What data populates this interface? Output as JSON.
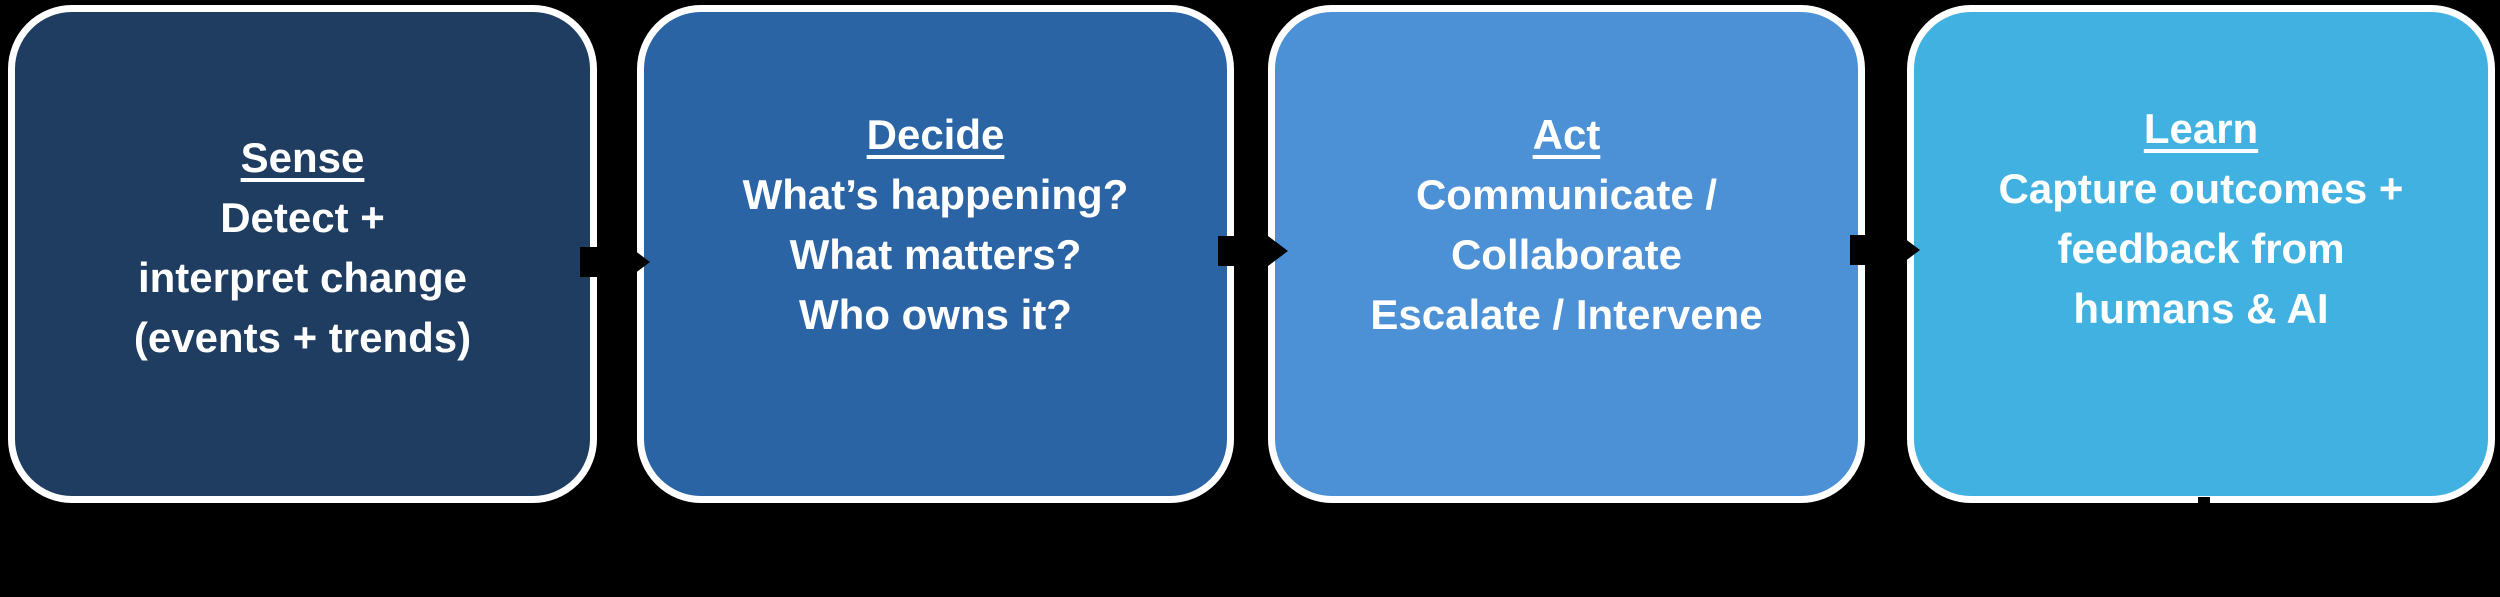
{
  "diagram": {
    "background_color": "#000000",
    "text_color": "#FFFFFF",
    "box_border_color": "#FFFFFF",
    "connector_color": "#000000",
    "stages": [
      {
        "title": "Sense",
        "lines": [
          "Detect +",
          "interpret change",
          "(events + trends)"
        ],
        "fill_color": "#1E3D61"
      },
      {
        "title": "Decide",
        "lines": [
          "What’s happening?",
          "What matters?",
          "Who owns it?"
        ],
        "fill_color": "#2B64A5"
      },
      {
        "title": "Act",
        "lines": [
          "Communicate /",
          "Collaborate",
          "Escalate / Intervene"
        ],
        "fill_color": "#4C90D6"
      },
      {
        "title": "Learn",
        "lines": [
          "Capture outcomes +",
          "feedback from",
          "humans & AI"
        ],
        "fill_color": "#41B1E1"
      }
    ],
    "connectors": [
      {
        "from": "Sense",
        "to": "Decide",
        "type": "forward-arrow"
      },
      {
        "from": "Decide",
        "to": "Act",
        "type": "forward-arrow"
      },
      {
        "from": "Act",
        "to": "Learn",
        "type": "forward-arrow"
      },
      {
        "from": "Learn",
        "to": "Sense",
        "type": "feedback-loop-arrow"
      }
    ]
  }
}
